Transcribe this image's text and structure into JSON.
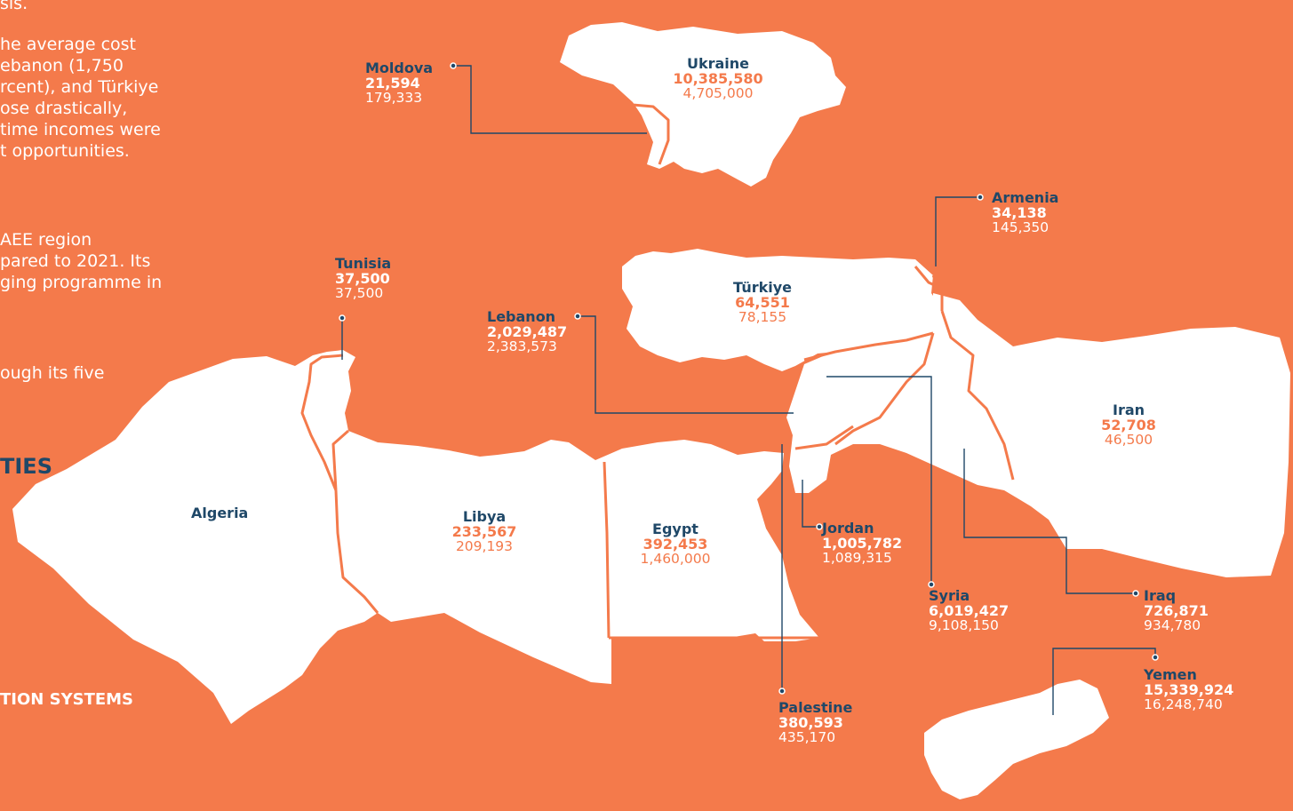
{
  "intro_text": {
    "lines": [
      "sis.",
      "he average cost",
      "ebanon (1,750",
      "rcent), and Türkiye",
      "ose drastically,",
      "time incomes were",
      "t opportunities."
    ],
    "lines2": [
      "AEE region",
      "pared to 2021. Its",
      "ging programme in"
    ],
    "line3": "ough its five",
    "heading": "TIES",
    "subheading": "TION SYSTEMS"
  },
  "colors": {
    "background": "#f47a4b",
    "land": "#ffffff",
    "navy": "#1f4868"
  },
  "countries": [
    {
      "name": "Moldova",
      "primary": "21,594",
      "secondary": "179,333"
    },
    {
      "name": "Ukraine",
      "primary": "10,385,580",
      "secondary": "4,705,000"
    },
    {
      "name": "Armenia",
      "primary": "34,138",
      "secondary": "145,350"
    },
    {
      "name": "Tunisia",
      "primary": "37,500",
      "secondary": "37,500"
    },
    {
      "name": "Türkiye",
      "primary": "64,551",
      "secondary": "78,155"
    },
    {
      "name": "Lebanon",
      "primary": "2,029,487",
      "secondary": "2,383,573"
    },
    {
      "name": "Iran",
      "primary": "52,708",
      "secondary": "46,500"
    },
    {
      "name": "Algeria",
      "primary": "",
      "secondary": ""
    },
    {
      "name": "Libya",
      "primary": "233,567",
      "secondary": "209,193"
    },
    {
      "name": "Egypt",
      "primary": "392,453",
      "secondary": "1,460,000"
    },
    {
      "name": "Jordan",
      "primary": "1,005,782",
      "secondary": "1,089,315"
    },
    {
      "name": "Syria",
      "primary": "6,019,427",
      "secondary": "9,108,150"
    },
    {
      "name": "Iraq",
      "primary": "726,871",
      "secondary": "934,780"
    },
    {
      "name": "Palestine",
      "primary": "380,593",
      "secondary": "435,170"
    },
    {
      "name": "Yemen",
      "primary": "15,339,924",
      "secondary": "16,248,740"
    }
  ]
}
